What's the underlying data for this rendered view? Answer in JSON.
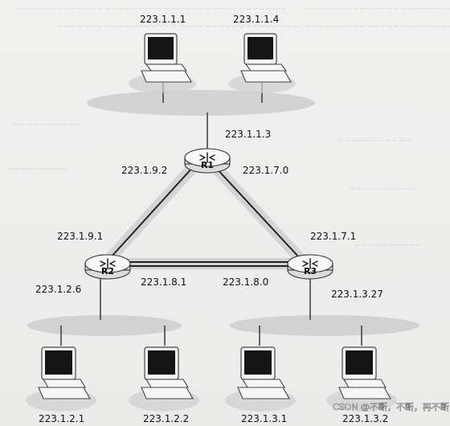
{
  "diagram": {
    "hosts": {
      "top_left": "223.1.1.1",
      "top_right": "223.1.1.4",
      "bottom_1": "223.1.2.1",
      "bottom_2": "223.1.2.2",
      "bottom_3": "223.1.3.1",
      "bottom_4": "223.1.3.2"
    },
    "routers": {
      "r1": {
        "label": "R1",
        "subnet_iface": "223.1.1.3",
        "left_iface": "223.1.9.2",
        "right_iface": "223.1.7.0"
      },
      "r2": {
        "label": "R2",
        "top_iface": "223.1.9.1",
        "left_iface": "223.1.2.6",
        "bottom_right_iface": "223.1.8.1"
      },
      "r3": {
        "label": "R3",
        "top_iface": "223.1.7.1",
        "left_iface": "223.1.8.0",
        "right_iface": "223.1.3.27"
      }
    },
    "watermark": "CSDN @不断，不断，再不断！"
  }
}
